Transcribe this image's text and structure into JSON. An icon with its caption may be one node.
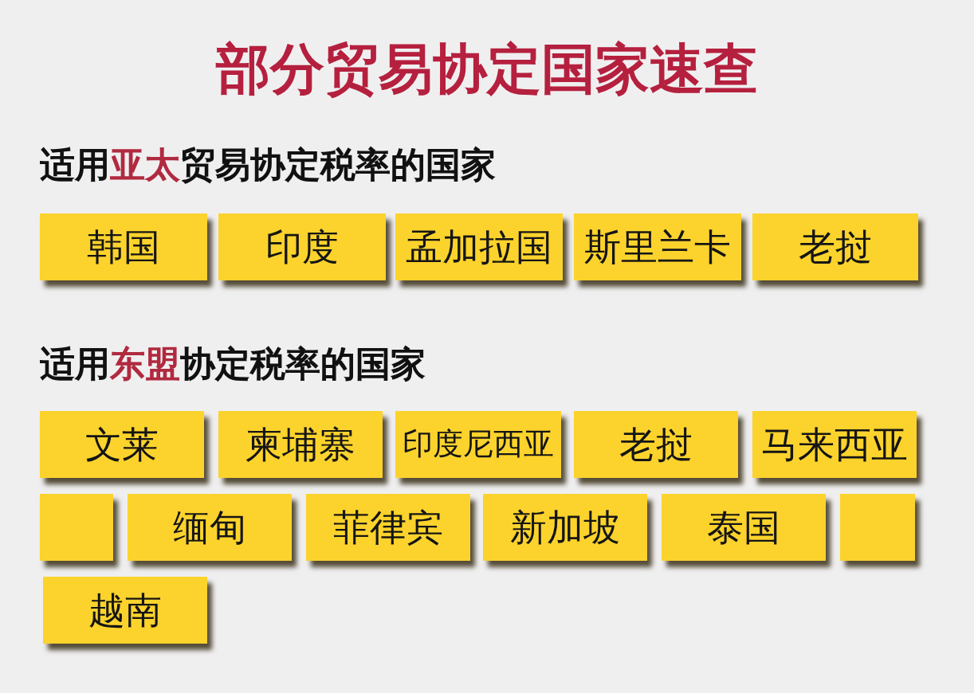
{
  "diagram": {
    "title": "部分贸易协定国家速查",
    "nodes": [
      {
        "text": [
          "韩国"
        ]
      },
      {
        "text": [
          "印度"
        ]
      },
      {
        "text": [
          "孟加拉国"
        ]
      },
      {
        "text": [
          "斯里兰卡"
        ]
      },
      {
        "text": [
          "老挝"
        ]
      },
      {
        "text": [
          "文莱"
        ]
      },
      {
        "text": [
          "柬埔寨"
        ]
      },
      {
        "text": [
          "印度尼西亚"
        ]
      },
      {
        "text": [
          "老挝"
        ]
      },
      {
        "text": [
          "马来西亚"
        ]
      },
      {
        "text": [],
        "shape": "box"
      },
      {
        "text": [
          "缅甸"
        ]
      },
      {
        "text": [
          "菲律宾"
        ]
      },
      {
        "text": [
          "新加坡"
        ]
      },
      {
        "text": [
          "泰国"
        ]
      },
      {
        "text": [],
        "shape": "box"
      },
      {
        "text": [
          "越南"
        ]
      }
    ],
    "labels": [
      "适用**亚太**贸易协定税率的国家",
      "适用**东盟**协定税率的国家"
    ]
  }
}
